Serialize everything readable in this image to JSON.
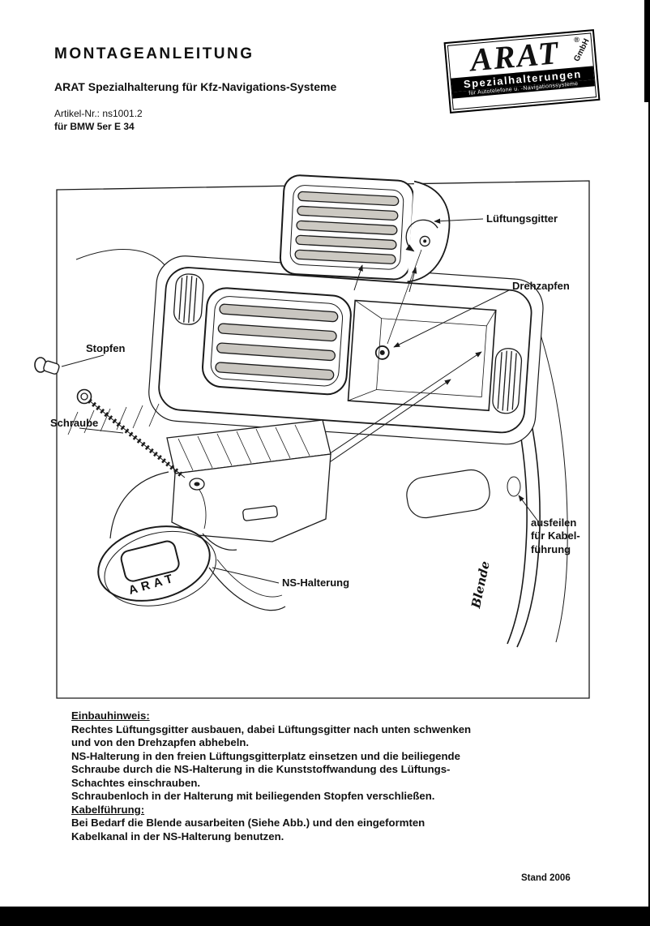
{
  "header": {
    "title": "MONTAGEANLEITUNG",
    "subtitle": "ARAT Spezialhalterung für Kfz-Navigations-Systeme",
    "article_no": "Artikel-Nr.: ns1001.2",
    "vehicle": "für BMW 5er E 34"
  },
  "logo": {
    "brand": "ARAT",
    "registered_mark": "®",
    "company_suffix": "GmbH",
    "tagline": "Spezialhalterungen",
    "subline": "für Autotelefone u. -Navigationssysteme"
  },
  "diagram": {
    "labels": {
      "lueftungsgitter": "Lüftungsgitter",
      "drehzapfen": "Drehzapfen",
      "stopfen": "Stopfen",
      "schraube": "Schraube",
      "ns_halterung": "NS-Halterung",
      "ausfeilen": "ausfeilen\nfür Kabel-\nführung",
      "blende": "Blende",
      "bracket_embossing": "ARAT"
    }
  },
  "instructions": {
    "section1_heading": "Einbauhinweis:",
    "section1_body": "Rechtes Lüftungsgitter ausbauen, dabei Lüftungsgitter nach unten schwenken\nund von den Drehzapfen abhebeln.\nNS-Halterung in den freien Lüftungsgitterplatz einsetzen und die beiliegende\nSchraube durch die NS-Halterung in die Kunststoffwandung des Lüftungs-\nSchachtes einschrauben.\nSchraubenloch in der Halterung mit beiliegenden Stopfen verschließen.",
    "section2_heading": "Kabelführung:",
    "section2_body": "Bei Bedarf die Blende ausarbeiten (Siehe Abb.) und den eingeformten\nKabelkanal in der NS-Halterung benutzen."
  },
  "footer": {
    "stamp": "Stand 2006"
  },
  "colors": {
    "ink": "#1a1a1a",
    "paper": "#ffffff",
    "scan_black": "#000000"
  }
}
